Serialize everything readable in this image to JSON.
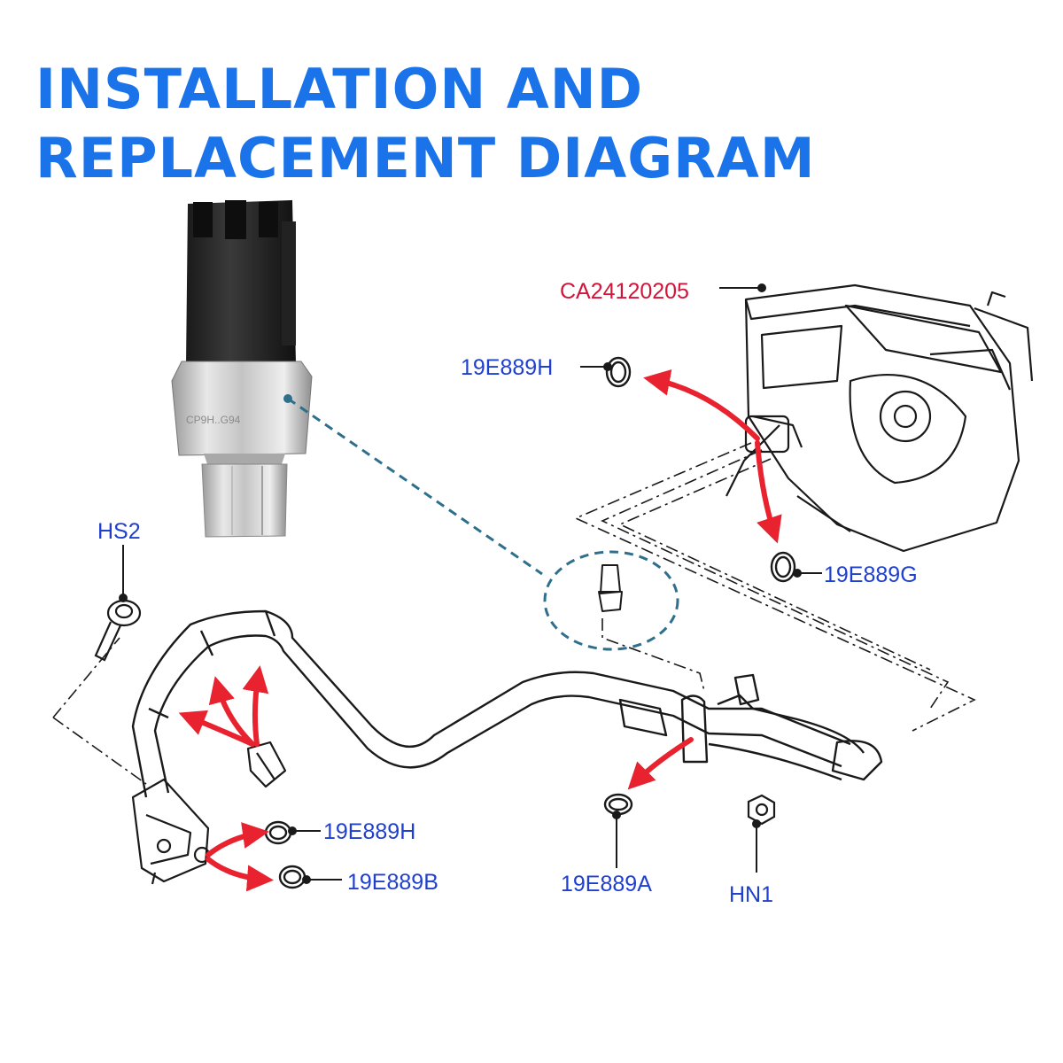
{
  "title": {
    "line1": "INSTALLATION AND",
    "line2": "REPLACEMENT DIAGRAM"
  },
  "colors": {
    "title": "#1a73e8",
    "part_label": "#1f3fcf",
    "main_part_label": "#d2143a",
    "arrow": "#e8222f",
    "callout": "#2d6f8c",
    "line": "#1a1a1a"
  },
  "labels": {
    "evaporator": "CA24120205",
    "oring_top": "19E889H",
    "oring_right": "19E889G",
    "bolt": "HS2",
    "oring_left_top": "19E889H",
    "oring_left_bottom": "19E889B",
    "oring_mid": "19E889A",
    "nut": "HN1"
  },
  "sensor_engraving": "CP9H..G94"
}
